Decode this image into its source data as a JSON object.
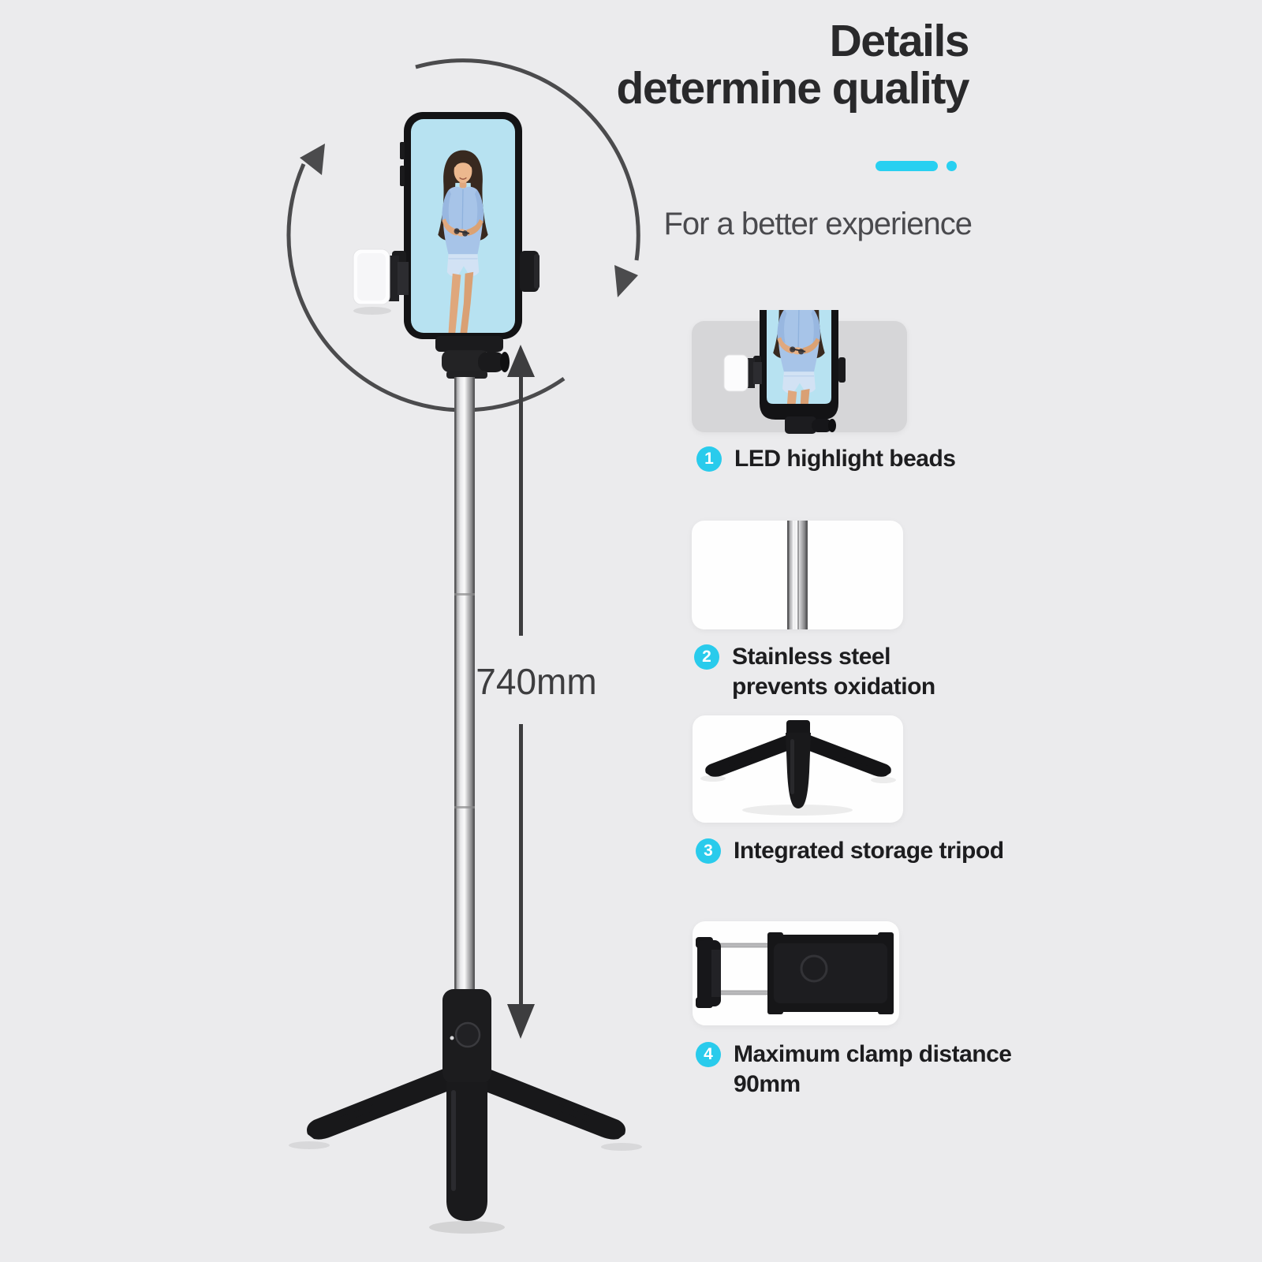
{
  "colors": {
    "background": "#ebebed",
    "accent_cyan": "#28d0f1",
    "title_ink": "#29292b",
    "caption_ink": "#1d1d1f",
    "subtitle_gray": "#4a4a4e",
    "dimension_gray": "#3d3d3f",
    "thumb_gray": "#d6d6d8",
    "thumb_white": "#fefefe",
    "phone_screen_blue": "#b7e2f1"
  },
  "header": {
    "title_line1": "Details",
    "title_line2": "determine quality",
    "subtitle": "For a better experience"
  },
  "hero": {
    "dimension_label": "740mm",
    "icons": [
      "rotation-arrow-icon",
      "dimension-double-arrow-icon",
      "led-fill-light",
      "phone-mockup",
      "telescopic-pole",
      "tripod-base"
    ]
  },
  "features": [
    {
      "number": "1",
      "lines": [
        "LED highlight beads"
      ],
      "thumb_icon": "phone-with-led-thumb"
    },
    {
      "number": "2",
      "lines": [
        "Stainless steel",
        "prevents oxidation"
      ],
      "thumb_icon": "steel-pole-thumb"
    },
    {
      "number": "3",
      "lines": [
        "Integrated storage tripod"
      ],
      "thumb_icon": "tripod-thumb"
    },
    {
      "number": "4",
      "lines": [
        "Maximum clamp distance",
        "90mm"
      ],
      "thumb_icon": "phone-clamp-thumb"
    }
  ]
}
